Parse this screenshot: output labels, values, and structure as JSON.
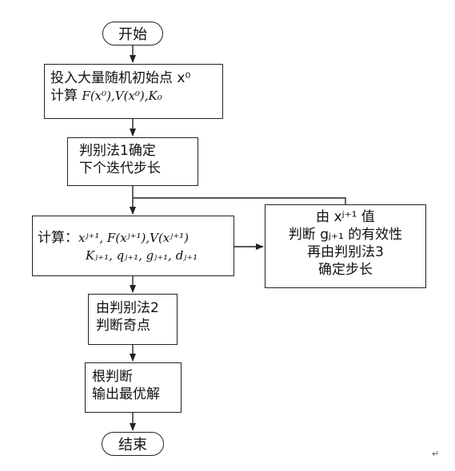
{
  "flowchart": {
    "start": "开始",
    "end": "结束",
    "step_init": {
      "line1": "投入大量随机初始点 x⁰",
      "line2_prefix": "计算",
      "line2_math": "F(x⁰),V(x⁰),K₀"
    },
    "step_stepsize": {
      "line1": "判别法1确定",
      "line2": "下个迭代步长"
    },
    "step_compute": {
      "line1_prefix": "计算：",
      "line1_math": "xʲ⁺¹, F(xʲ⁺¹),V(xʲ⁺¹)",
      "line2_math": "Kⱼ₊₁, qⱼ₊₁, gⱼ₊₁, dⱼ₊₁"
    },
    "step_validity": {
      "line1": "由 xʲ⁺¹ 值",
      "line2": "判断 gⱼ₊₁ 的有效性",
      "line3": "再由判别法3",
      "line4": "确定步长"
    },
    "step_singular": {
      "line1": "由判别法2",
      "line2": "判断奇点"
    },
    "step_output": {
      "line1": "根判断",
      "line2": "输出最优解"
    }
  },
  "colors": {
    "stroke": "#222222",
    "background": "#ffffff"
  }
}
